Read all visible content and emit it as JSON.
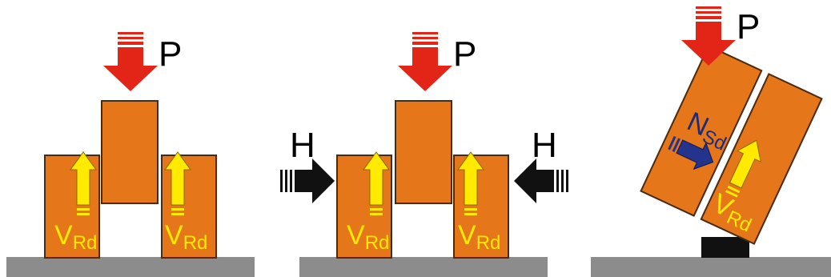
{
  "labels": {
    "load": "P",
    "horizontal": "H",
    "shear_main": "V",
    "shear_sub": "Rd",
    "normal_main": "N",
    "normal_sub": "Sd"
  },
  "colors": {
    "block": "#e5761a",
    "block_stroke": "#4a2a10",
    "ground": "#8c8c8c",
    "load_arrow": "#e32517",
    "shear_arrow": "#ffea00",
    "horizontal_arrow": "#111111",
    "normal_arrow": "#24348c",
    "normal_text": "#1e2a7a",
    "shear_text": "#ffea00",
    "pivot": "#111111"
  },
  "panels": [
    {
      "name": "vertical-load-only"
    },
    {
      "name": "vertical-and-horizontal-load"
    },
    {
      "name": "rotated-blocks"
    }
  ]
}
